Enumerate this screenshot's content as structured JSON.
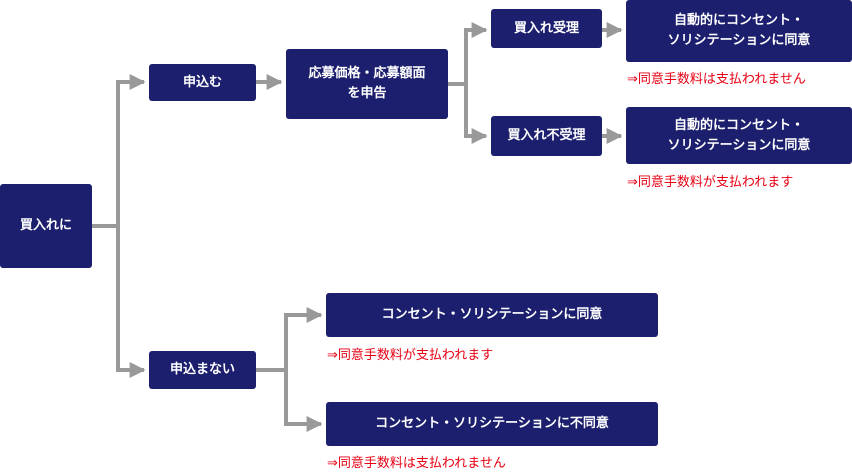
{
  "colors": {
    "box": "#1c1f6e",
    "line": "#999999",
    "note": "#e60012"
  },
  "root": {
    "label": "買入れに"
  },
  "accept": {
    "label": "申込む",
    "offer": {
      "line1": "応募価格・応募額面",
      "line2": "を申告"
    },
    "accepted": {
      "label": "買入れ受理",
      "consent": {
        "line1": "自動的にコンセント・",
        "line2": "ソリシテーションに同意"
      },
      "note": "⇒同意手数料は支払われません"
    },
    "rejected": {
      "label": "買入れ不受理",
      "consent": {
        "line1": "自動的にコンセント・",
        "line2": "ソリシテーションに同意"
      },
      "note": "⇒同意手数料が支払われます"
    }
  },
  "decline": {
    "label": "申込まない",
    "agree": {
      "label": "コンセント・ソリシテーションに同意",
      "note": "⇒同意手数料が支払われます"
    },
    "disagree": {
      "label": "コンセント・ソリシテーションに不同意",
      "note": "⇒同意手数料は支払われません"
    }
  }
}
